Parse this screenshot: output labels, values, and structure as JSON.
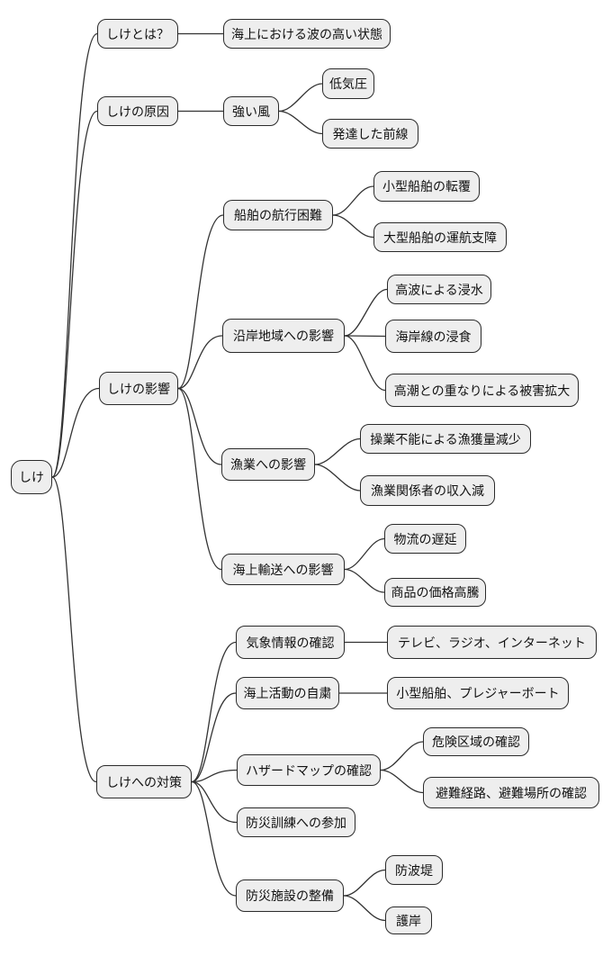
{
  "diagram": {
    "type": "mindmap",
    "root_label": "しけ",
    "background_color": "#ffffff",
    "node_fill_color": "#eeeeee",
    "node_border_color": "#2b2b2b",
    "text_color": "#111111",
    "line_color": "#333333"
  },
  "nodes": [
    {
      "id": "root",
      "label": "しけ",
      "parent": null
    },
    {
      "id": "what",
      "label": "しけとは？",
      "parent": "root"
    },
    {
      "id": "definition",
      "label": "海上における波の高い状態",
      "parent": "what"
    },
    {
      "id": "causes",
      "label": "しけの原因",
      "parent": "root"
    },
    {
      "id": "strong-wind",
      "label": "強い風",
      "parent": "causes"
    },
    {
      "id": "low-pressure",
      "label": "低気圧",
      "parent": "strong-wind"
    },
    {
      "id": "front",
      "label": "発達した前線",
      "parent": "strong-wind"
    },
    {
      "id": "effects",
      "label": "しけの影響",
      "parent": "root"
    },
    {
      "id": "ship",
      "label": "船舶の航行困難",
      "parent": "effects"
    },
    {
      "id": "small-vessel",
      "label": "小型船舶の転覆",
      "parent": "ship"
    },
    {
      "id": "large-vessel",
      "label": "大型船舶の運航支障",
      "parent": "ship"
    },
    {
      "id": "coastal",
      "label": "沿岸地域への影響",
      "parent": "effects"
    },
    {
      "id": "flooding",
      "label": "高波による浸水",
      "parent": "coastal"
    },
    {
      "id": "erosion",
      "label": "海岸線の浸食",
      "parent": "coastal"
    },
    {
      "id": "surge",
      "label": "高潮との重なりによる被害拡大",
      "parent": "coastal"
    },
    {
      "id": "fishery",
      "label": "漁業への影響",
      "parent": "effects"
    },
    {
      "id": "catch",
      "label": "操業不能による漁獲量減少",
      "parent": "fishery"
    },
    {
      "id": "income",
      "label": "漁業関係者の収入減",
      "parent": "fishery"
    },
    {
      "id": "transport",
      "label": "海上輸送への影響",
      "parent": "effects"
    },
    {
      "id": "logistics",
      "label": "物流の遅延",
      "parent": "transport"
    },
    {
      "id": "price",
      "label": "商品の価格高騰",
      "parent": "transport"
    },
    {
      "id": "countermeasures",
      "label": "しけへの対策",
      "parent": "root"
    },
    {
      "id": "weather-info",
      "label": "気象情報の確認",
      "parent": "countermeasures"
    },
    {
      "id": "media",
      "label": "テレビ、ラジオ、インターネット",
      "parent": "weather-info"
    },
    {
      "id": "restraint",
      "label": "海上活動の自粛",
      "parent": "countermeasures"
    },
    {
      "id": "boats",
      "label": "小型船舶、プレジャーボート",
      "parent": "restraint"
    },
    {
      "id": "hazard-map",
      "label": "ハザードマップの確認",
      "parent": "countermeasures"
    },
    {
      "id": "danger-zone",
      "label": "危険区域の確認",
      "parent": "hazard-map"
    },
    {
      "id": "evacuation",
      "label": "避難経路、避難場所の確認",
      "parent": "hazard-map"
    },
    {
      "id": "drill",
      "label": "防災訓練への参加",
      "parent": "countermeasures"
    },
    {
      "id": "facility",
      "label": "防災施設の整備",
      "parent": "countermeasures"
    },
    {
      "id": "breakwater",
      "label": "防波堤",
      "parent": "facility"
    },
    {
      "id": "seawall",
      "label": "護岸",
      "parent": "facility"
    }
  ]
}
